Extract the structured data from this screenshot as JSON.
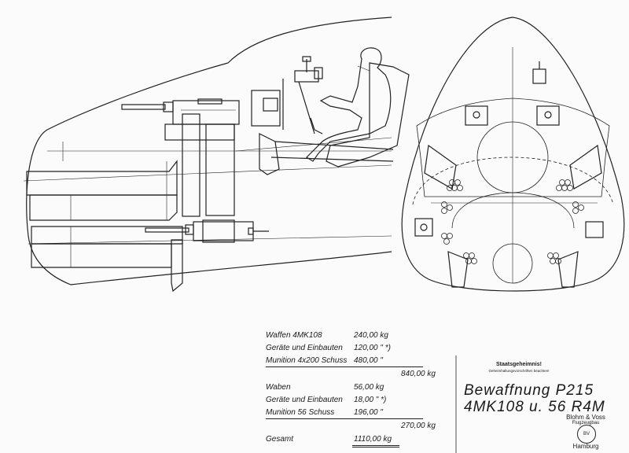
{
  "weights_table": {
    "rows": [
      {
        "label": "Waffen 4MK108",
        "value": "240,00 kg",
        "subtotal": ""
      },
      {
        "label": "Geräte und Einbauten",
        "value": "120,00 \" *)",
        "subtotal": ""
      },
      {
        "label": "Munition 4x200 Schuss",
        "value": "480,00 \"",
        "subtotal": ""
      },
      {
        "label": "",
        "value": "",
        "subtotal": "840,00 kg"
      },
      {
        "label": "Waben",
        "value": "56,00 kg",
        "subtotal": ""
      },
      {
        "label": "Geräte und Einbauten",
        "value": "18,00 \" *)",
        "subtotal": ""
      },
      {
        "label": "Munition 56 Schuss",
        "value": "196,00 \"",
        "subtotal": ""
      },
      {
        "label": "",
        "value": "",
        "subtotal": "270,00 kg"
      },
      {
        "label": "Gesamt",
        "value": "1110,00 kg",
        "subtotal": ""
      }
    ]
  },
  "classification": {
    "line1": "Staatsgeheimnis!",
    "line2": "Geheimhaltungsvorschriften beachten!"
  },
  "title": {
    "line1": "Bewaffnung P215",
    "line2": "4MK108 u. 56 R4M"
  },
  "company": {
    "name": "Blohm & Voss",
    "dept": "Flugzeugbau",
    "logo": "BV",
    "city": "Hamburg"
  }
}
